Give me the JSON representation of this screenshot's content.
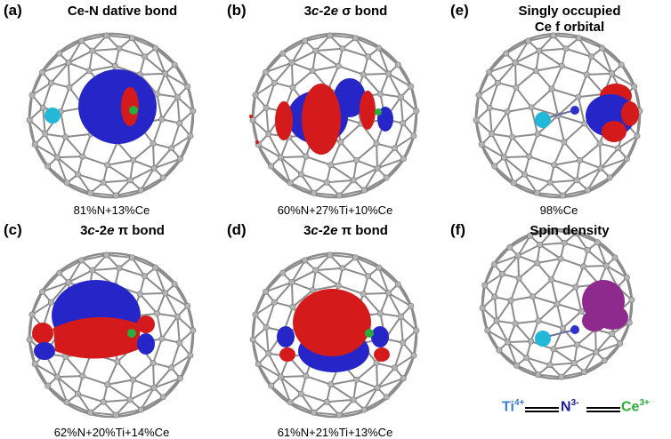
{
  "panels": [
    {
      "label": "(a)",
      "title": "Ce-N dative bond",
      "caption": "81%N+13%Ce"
    },
    {
      "label": "(b)",
      "title_pre": "3",
      "title_i1": "c",
      "title_mid": "-2",
      "title_i2": "e",
      "title_post": " σ bond",
      "caption": "60%N+27%Ti+10%Ce"
    },
    {
      "label": "(e)",
      "title": "Singly occupied\nCe f orbital",
      "caption": "98%Ce"
    },
    {
      "label": "(c)",
      "title_pre": "3",
      "title_i1": "c",
      "title_mid": "-2",
      "title_i2": "e",
      "title_post": " π bond",
      "caption": "62%N+20%Ti+14%Ce"
    },
    {
      "label": "(d)",
      "title_pre": "3",
      "title_i1": "c",
      "title_mid": "-2",
      "title_i2": "e",
      "title_post": " π bond",
      "caption": "61%N+21%Ti+13%Ce"
    },
    {
      "label": "(f)",
      "title": "Spin density",
      "caption": ""
    }
  ],
  "spin_label": {
    "ti": "Ti",
    "ti_charge": "4+",
    "n": "N",
    "n_charge": "3-",
    "ce": "Ce",
    "ce_charge": "3+"
  },
  "colors": {
    "orbital_blue": "#2626c8",
    "orbital_red": "#d41a1a",
    "spin_purple": "#8e2a8e",
    "ti_atom": "#22b8d8",
    "n_atom": "#2f2fd0",
    "ce_atom": "#2bab3a",
    "cage": "#8c8c8c"
  },
  "icons": [
    "fullerene-cage-icon",
    "titanium-atom-icon",
    "nitrogen-atom-icon",
    "cerium-atom-icon"
  ]
}
